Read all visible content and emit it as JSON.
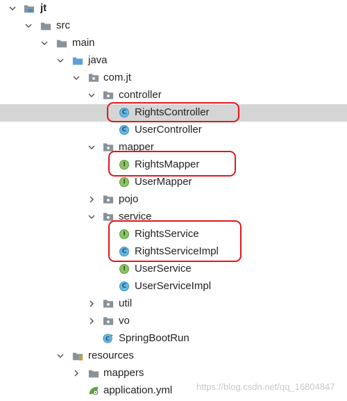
{
  "tree": {
    "project": "jt",
    "src": "src",
    "main": "main",
    "java": "java",
    "package": "com.jt",
    "controller": "controller",
    "rights_controller": "RightsController",
    "user_controller": "UserController",
    "mapper": "mapper",
    "rights_mapper": "RightsMapper",
    "user_mapper": "UserMapper",
    "pojo": "pojo",
    "service": "service",
    "rights_service": "RightsService",
    "rights_service_impl": "RightsServiceImpl",
    "user_service": "UserService",
    "user_service_impl": "UserServiceImpl",
    "util": "util",
    "vo": "vo",
    "spring_boot_run": "SpringBootRun",
    "resources": "resources",
    "mappers": "mappers",
    "application_yml": "application.yml"
  },
  "icons": {
    "folder": "folder-icon",
    "source_folder": "source-folder-icon",
    "package": "package-icon",
    "class": "class-icon",
    "interface": "interface-icon",
    "spring_boot": "spring-boot-run-icon",
    "yaml": "yaml-file-icon"
  },
  "colors": {
    "selected_row": "#d5d5d5",
    "callout": "#e0161c",
    "class_icon": "#67b8e2",
    "interface_icon": "#8cc36b",
    "folder": "#8a9299",
    "source_folder": "#5ba0d8"
  },
  "watermark": "https://blog.csdn.net/qq_16804847"
}
